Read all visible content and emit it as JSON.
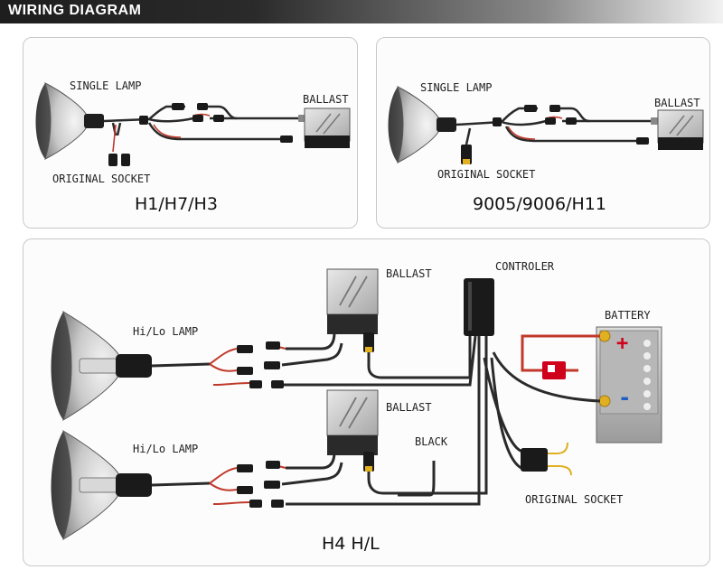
{
  "header": {
    "title": "WIRING DIAGRAM"
  },
  "panel_h1": {
    "lamp_label": "SINGLE LAMP",
    "ballast_label": "BALLAST",
    "socket_label": "ORIGINAL SOCKET",
    "caption": "H1/H7/H3"
  },
  "panel_9005": {
    "lamp_label": "SINGLE LAMP",
    "ballast_label": "BALLAST",
    "socket_label": "ORIGINAL SOCKET",
    "caption": "9005/9006/H11"
  },
  "panel_h4": {
    "upper_lamp_label": "Hi/Lo LAMP",
    "lower_lamp_label": "Hi/Lo LAMP",
    "upper_ballast_label": "BALLAST",
    "lower_ballast_label": "BALLAST",
    "controller_label": "CONTROLER",
    "battery_label": "BATTERY",
    "positive_symbol": "+",
    "negative_symbol": "-",
    "black_label": "BLACK",
    "socket_label": "ORIGINAL SOCKET",
    "caption": "H4 H/L"
  },
  "colors": {
    "wire": "#2a2a2a",
    "wire_red": "#c0392b",
    "battery_positive": "#d0021b",
    "battery_negative": "#1f5fbf",
    "fuse": "#d0021b",
    "wire_yellow": "#e0b020"
  }
}
